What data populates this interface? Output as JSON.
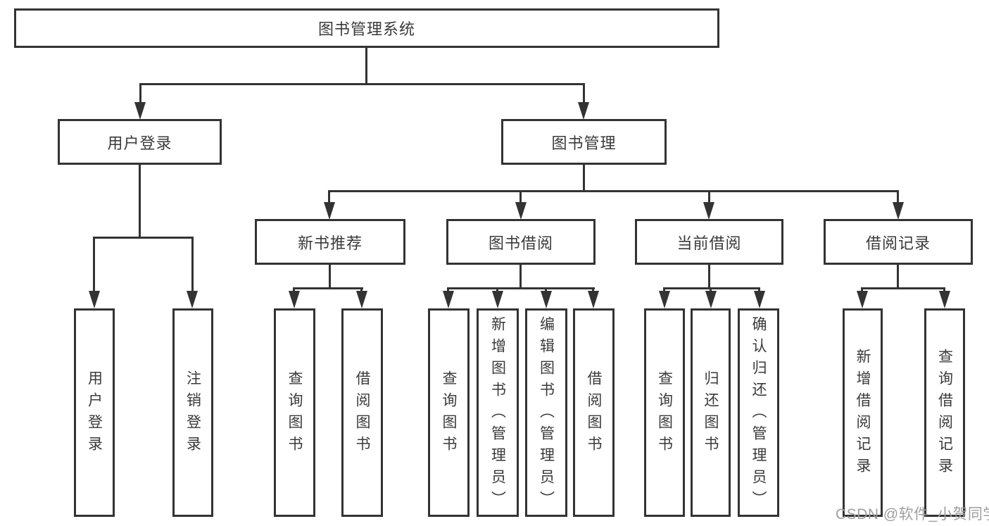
{
  "tree": {
    "label": "图书管理系统",
    "children": [
      {
        "label": "用户登录",
        "children": [
          "用户登录",
          "注销登录"
        ]
      },
      {
        "label": "图书管理",
        "children": [
          {
            "label": "新书推荐",
            "children": [
              "查询图书",
              "借阅图书"
            ]
          },
          {
            "label": "图书借阅",
            "children": [
              "查询图书",
              "新增图书（管理员）",
              "编辑图书（管理员）",
              "借阅图书"
            ]
          },
          {
            "label": "当前借阅",
            "children": [
              "查询图书",
              "归还图书",
              "确认归还（管理员）"
            ]
          },
          {
            "label": "借阅记录",
            "children": [
              "新增借阅记录",
              "查询借阅记录"
            ]
          }
        ]
      }
    ]
  },
  "watermark": "CSDN @软件_小贺同学",
  "colors": {
    "line": "#333333",
    "text": "#3a3a3a",
    "watermark": "#9e9ea2",
    "background": "#ffffff"
  }
}
